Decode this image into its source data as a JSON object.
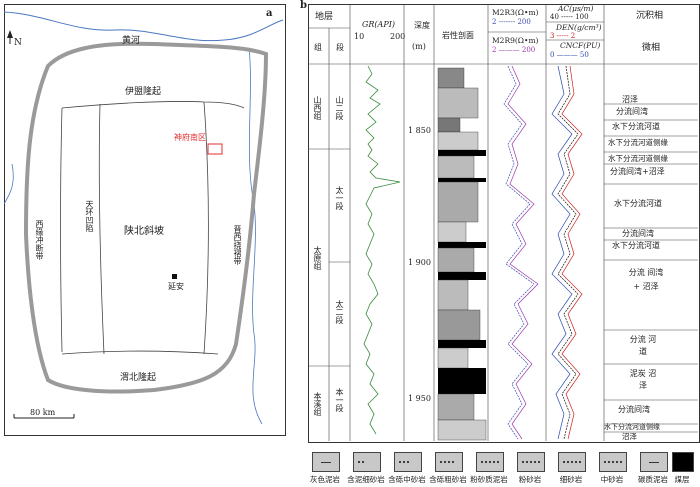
{
  "map": {
    "panel_label": "a",
    "north": "N",
    "river": "黄河",
    "regions": {
      "yimeng": "伊盟隆起",
      "tianhuan": "天环凹陷",
      "xiyuan": "西缘冲断带",
      "shanbei": "陕北斜坡",
      "jinxi": "晋西挠褶带",
      "weibei": "渭北隆起"
    },
    "study_area": "神府南区",
    "city": "延安",
    "scale": "80 km"
  },
  "log": {
    "panel_label": "b",
    "strata_header": "地层",
    "group_header": "组",
    "section_header": "段",
    "gr_header": "GR(API)",
    "gr_min": "10",
    "gr_max": "200",
    "depth_header": "深度",
    "depth_unit": "(m)",
    "lith_header": "岩性剖面",
    "m2r3_header": "M2R3(Ω•m)",
    "m2r3_range": "2 ------- 200",
    "m2r9_header": "M2R9(Ω•m)",
    "m2r9_range": "2 ——— 200",
    "ac_header": "AC(μs/m)",
    "ac_range": "40 ----- 100",
    "den_header": "DEN(g/cm³)",
    "den_range": "3 ----- 2",
    "cncf_header": "CNCF(PU)",
    "cncf_range": "0 ——— 50",
    "facies_header": "沉积相",
    "microfacies_header": "微相",
    "groups": [
      "山西组",
      "太原组",
      "本溪组"
    ],
    "sections": [
      "山二段",
      "太一段",
      "太二段",
      "本一段"
    ],
    "depths": [
      "1 850",
      "1 900",
      "1 950"
    ],
    "facies": [
      "沼泽",
      "分流间湾",
      "水下分流河道",
      "水下分流河道侧缘",
      "水下分流河道侧缘",
      "分流间湾+沼泽",
      "水下分流河道",
      "分流间湾",
      "水下分流河道",
      "分流 间湾 + 沼泽",
      "分流 河道",
      "泥炭 沼泽",
      "分流间湾",
      "水下分流河道侧缘",
      "沼泽"
    ]
  },
  "legend": [
    {
      "label": "灰色泥岩",
      "icon": "gray-mudstone-icon"
    },
    {
      "label": "含泥细砂岩",
      "icon": "muddy-fine-sandstone-icon"
    },
    {
      "label": "含砾中砂岩",
      "icon": "gravelly-medium-sandstone-icon"
    },
    {
      "label": "含砾粗砂岩",
      "icon": "gravelly-coarse-sandstone-icon"
    },
    {
      "label": "粉砂质泥岩",
      "icon": "silty-mudstone-icon"
    },
    {
      "label": "粉砂岩",
      "icon": "siltstone-icon"
    },
    {
      "label": "细砂岩",
      "icon": "fine-sandstone-icon"
    },
    {
      "label": "中砂岩",
      "icon": "medium-sandstone-icon"
    },
    {
      "label": "碳质泥岩",
      "icon": "carbonaceous-mudstone-icon"
    },
    {
      "label": "煤层",
      "icon": "coal-icon"
    }
  ]
}
